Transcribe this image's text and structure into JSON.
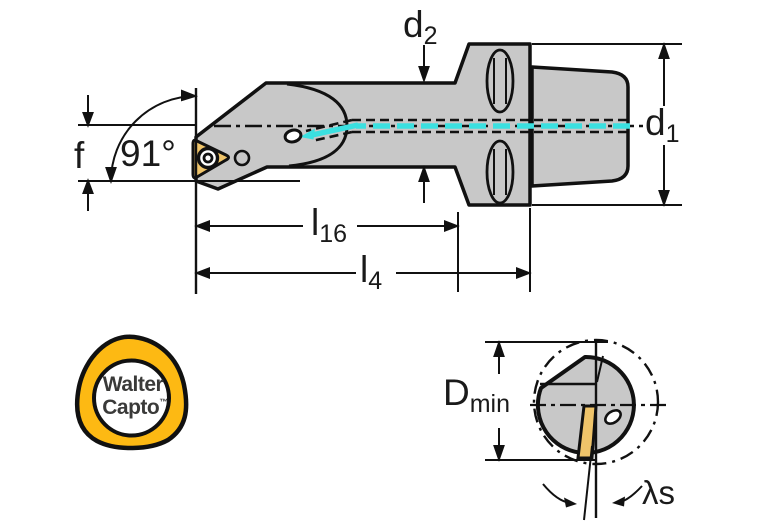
{
  "labels": {
    "d2": {
      "base": "d",
      "sub": "2"
    },
    "d1": {
      "base": "d",
      "sub": "1"
    },
    "f": "f",
    "angle": "91°",
    "l16": {
      "base": "l",
      "sub": "16"
    },
    "l4": {
      "base": "l",
      "sub": "4"
    },
    "dmin": {
      "base": "D",
      "sub": "min"
    },
    "lambda_s": "λs"
  },
  "logo": {
    "line1": "Walter",
    "line2": "Capto",
    "trademark": "™"
  },
  "colors": {
    "body_gray": "#C8C8C8",
    "insert_gold": "#EFC46A",
    "coolant_cyan": "#3BE0E0",
    "logo_yellow": "#FDB913",
    "outline_black": "#111111",
    "text_dark": "#3A3A39"
  }
}
